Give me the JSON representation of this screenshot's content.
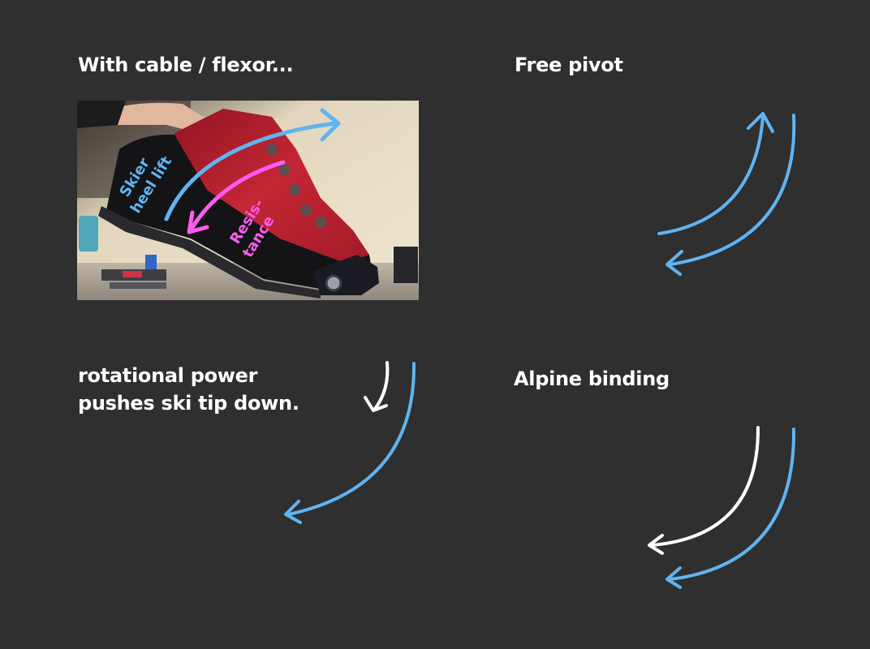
{
  "labels": {
    "cable": "With cable / flexor...",
    "pivot": "Free pivot",
    "rotational_line1": "rotational power",
    "rotational_line2": "pushes ski tip down.",
    "alpine": "Alpine binding"
  },
  "photo": {
    "skier_line1": "Skier",
    "skier_line2": "heel lift",
    "resist_line1": "Resis-",
    "resist_line2": "tance"
  },
  "colors": {
    "background": "#2f2f2f",
    "text": "#ffffff",
    "blue_arrow": "#5fb4f2",
    "magenta_arrow": "#ff5cf0",
    "white_arrow": "#ffffff",
    "boot_red": "#b81f2c"
  },
  "icons": {
    "pivot_up": "curved-arrow-up-icon",
    "pivot_down": "curved-arrow-down-icon",
    "rot_small": "curved-arrow-down-white-icon",
    "rot_large": "curved-arrow-down-blue-icon",
    "alpine_white": "curved-arrow-down-white-icon",
    "alpine_blue": "curved-arrow-down-blue-icon"
  }
}
